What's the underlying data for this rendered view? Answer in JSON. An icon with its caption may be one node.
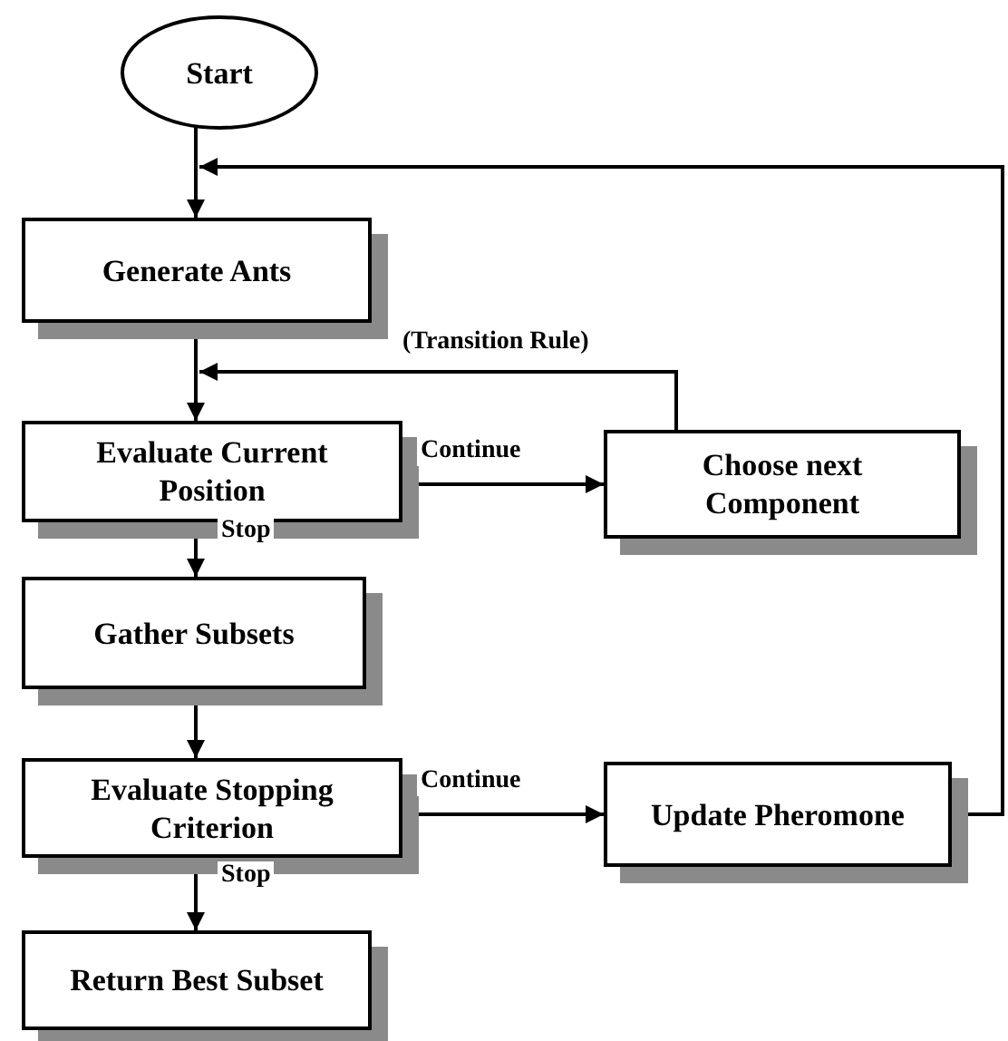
{
  "diagram": {
    "nodes": [
      {
        "text": [
          "Start"
        ]
      },
      {
        "text": [
          "Generate Ants"
        ]
      },
      {
        "text": [
          "Evaluate Current Position"
        ]
      },
      {
        "text": [
          "Choose next Component"
        ]
      },
      {
        "text": [
          "Gather Subsets"
        ]
      },
      {
        "text": [
          "Evaluate Stopping Criterion"
        ]
      },
      {
        "text": [
          "Update Pheromone"
        ]
      },
      {
        "text": [
          "Return Best Subset"
        ]
      }
    ],
    "edges": [
      {
        "from": 0,
        "to": 1,
        "arrow": "to"
      },
      {
        "from": 1,
        "to": 2,
        "arrow": "to"
      },
      {
        "from": 2,
        "to": 3,
        "arrow": "to",
        "label": "Continue"
      },
      {
        "from": 3,
        "to": 2,
        "arrow": "to",
        "label": "(Transition Rule)"
      },
      {
        "from": 2,
        "to": 4,
        "arrow": "to",
        "label": "Stop"
      },
      {
        "from": 4,
        "to": 5,
        "arrow": "to"
      },
      {
        "from": 5,
        "to": 6,
        "arrow": "to",
        "label": "Continue"
      },
      {
        "from": 6,
        "to": 1,
        "arrow": "to"
      },
      {
        "from": 5,
        "to": 7,
        "arrow": "to",
        "label": "Stop"
      }
    ]
  }
}
